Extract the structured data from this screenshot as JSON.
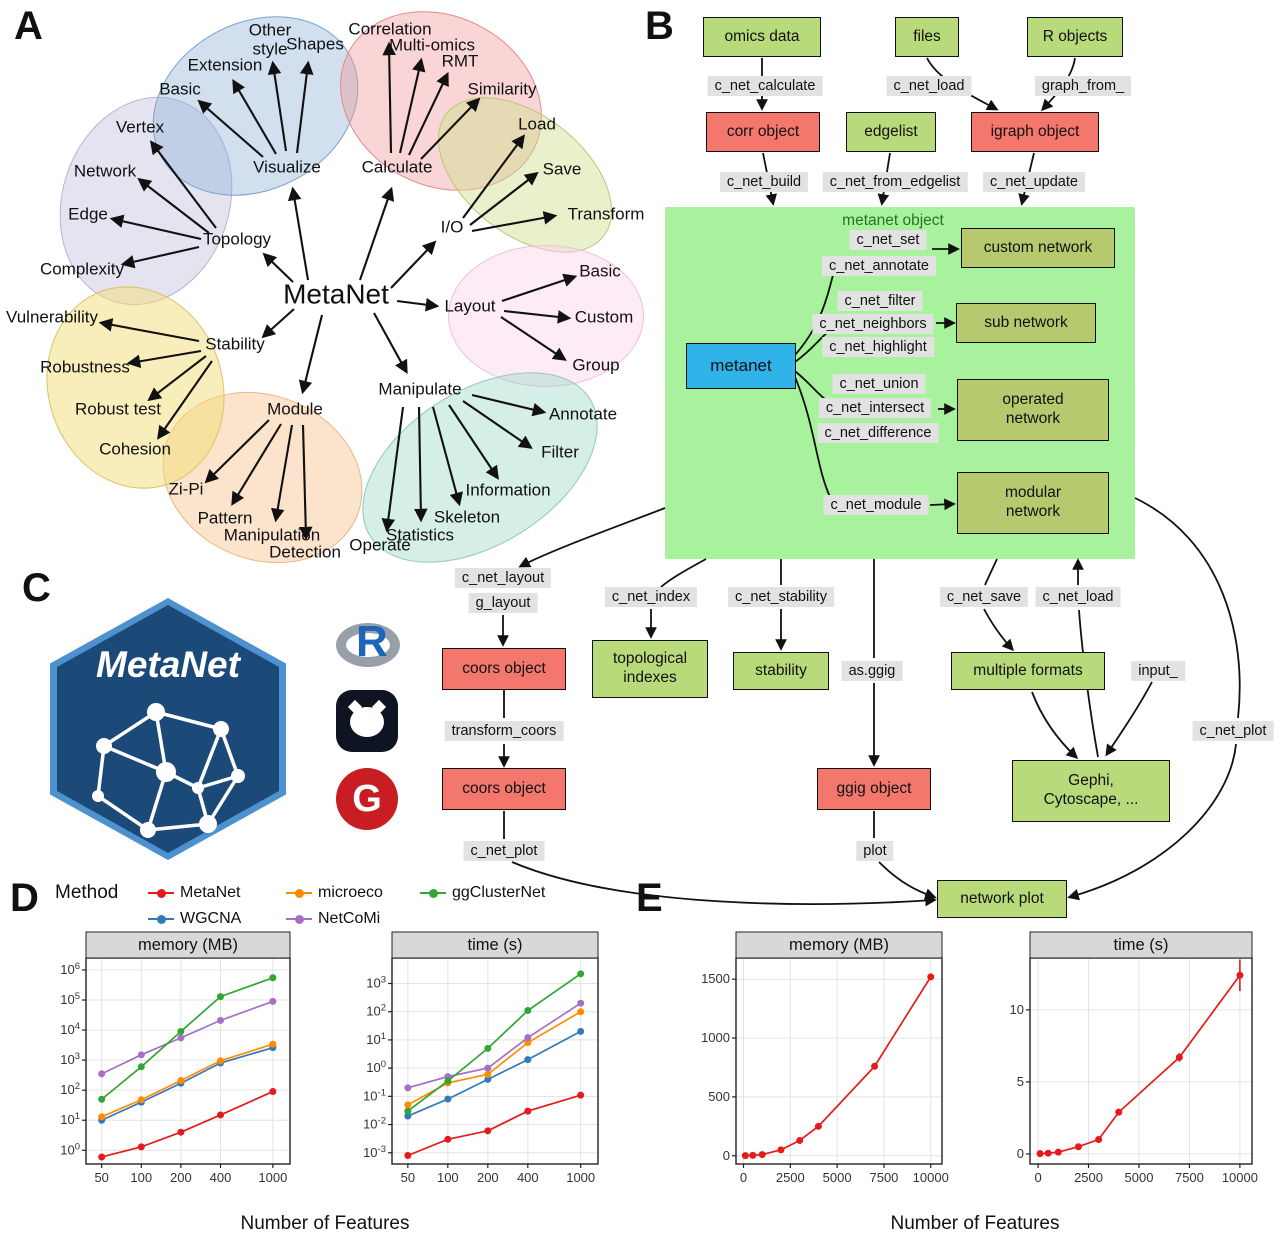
{
  "panel_labels": {
    "a": "A",
    "b": "B",
    "c": "C",
    "d": "D",
    "e": "E"
  },
  "mindmap": {
    "center": "MetaNet",
    "visualize": {
      "hub": "Visualize",
      "leaves": [
        "Basic",
        "Extension",
        "Other style",
        "Shapes"
      ]
    },
    "calculate": {
      "hub": "Calculate",
      "leaves": [
        "Correlation",
        "Multi-omics",
        "RMT",
        "Similarity"
      ]
    },
    "io": {
      "hub": "I/O",
      "leaves": [
        "Load",
        "Save",
        "Transform"
      ]
    },
    "layout": {
      "hub": "Layout",
      "leaves": [
        "Basic",
        "Custom",
        "Group"
      ]
    },
    "manipulate": {
      "hub": "Manipulate",
      "leaves": [
        "Annotate",
        "Filter",
        "Information",
        "Skeleton",
        "Statistics",
        "Operate"
      ]
    },
    "module": {
      "hub": "Module",
      "leaves": [
        "Zi-Pi",
        "Pattern",
        "Manipulation",
        "Detection"
      ]
    },
    "stability": {
      "hub": "Stability",
      "leaves": [
        "Vulnerability",
        "Robustness",
        "Robust test",
        "Cohesion"
      ]
    },
    "topology": {
      "hub": "Topology",
      "leaves": [
        "Vertex",
        "Network",
        "Edge",
        "Complexity"
      ]
    }
  },
  "flow": {
    "inputs": [
      "omics data",
      "files",
      "R objects"
    ],
    "input_fns": [
      "c_net_calculate",
      "c_net_load",
      "graph_from_"
    ],
    "mid_objects": [
      "corr object",
      "edgelist",
      "igraph object"
    ],
    "mid_fns": [
      "c_net_build",
      "c_net_from_edgelist",
      "c_net_update"
    ],
    "panel_title": "metanet object",
    "metanet_box": "metanet",
    "groups": {
      "custom": {
        "fns": [
          "c_net_set",
          "c_net_annotate"
        ],
        "target": "custom network"
      },
      "sub": {
        "fns": [
          "c_net_filter",
          "c_net_neighbors",
          "c_net_highlight"
        ],
        "target": "sub network"
      },
      "operated": {
        "fns": [
          "c_net_union",
          "c_net_intersect",
          "c_net_difference"
        ],
        "target": "operated network"
      },
      "modular": {
        "fns": [
          "c_net_module"
        ],
        "target": "modular network"
      }
    }
  },
  "pipeline": {
    "layout_fns": [
      "c_net_layout",
      "g_layout"
    ],
    "coors1": "coors object",
    "transform_fn": "transform_coors",
    "coors2": "coors object",
    "plot_fn_left": "c_net_plot",
    "index_fn": "c_net_index",
    "topo_box": "topological indexes",
    "stability_fn": "c_net_stability",
    "stability_box": "stability",
    "ggig_fn": "as.ggig",
    "ggig_box": "ggig object",
    "plot_fn": "plot",
    "save_fn": "c_net_save",
    "load_fn": "c_net_load",
    "formats_box": "multiple formats",
    "input_fn": "input_",
    "external_box": "Gephi, Cytoscape, ...",
    "plot_fn_right": "c_net_plot",
    "result_box": "network plot"
  },
  "logo": {
    "title": "MetaNet",
    "r_icon": "R",
    "gitee_icon": "G"
  },
  "benchmark": {
    "method_label": "Method",
    "x_axis_label": "Number of Features",
    "legend_rows": [
      [
        {
          "label": "MetaNet",
          "color": "#e41a1c"
        },
        {
          "label": "microeco",
          "color": "#ff8c00"
        },
        {
          "label": "ggClusterNet",
          "color": "#33a532"
        }
      ],
      [
        {
          "label": "WGCNA",
          "color": "#3579b8"
        },
        {
          "label": "NetCoMi",
          "color": "#a46fc5"
        }
      ]
    ]
  },
  "chart_data": [
    {
      "id": "d-memory",
      "type": "line",
      "title": "memory (MB)",
      "x_scale": "log",
      "y_scale": "log",
      "xlim": [
        38,
        1350
      ],
      "ylim": [
        0.35,
        2500000
      ],
      "x_ticks": [
        50,
        100,
        200,
        400,
        1000
      ],
      "y_ticks": [
        1,
        10,
        100,
        1000,
        10000,
        100000,
        1000000
      ],
      "y_tick_format": "pow",
      "x": [
        50,
        100,
        200,
        400,
        1000
      ],
      "series": [
        {
          "name": "MetaNet",
          "color": "#e41a1c",
          "values": [
            0.6,
            1.3,
            4,
            15,
            90
          ]
        },
        {
          "name": "WGCNA",
          "color": "#3579b8",
          "values": [
            10,
            40,
            170,
            800,
            2600
          ]
        },
        {
          "name": "microeco",
          "color": "#ff8c00",
          "values": [
            13,
            48,
            210,
            950,
            3400
          ]
        },
        {
          "name": "NetCoMi",
          "color": "#a46fc5",
          "values": [
            350,
            1500,
            5500,
            21000,
            90000
          ]
        },
        {
          "name": "ggClusterNet",
          "color": "#33a532",
          "values": [
            50,
            600,
            9000,
            130000,
            550000
          ]
        }
      ]
    },
    {
      "id": "d-time",
      "type": "line",
      "title": "time (s)",
      "x_scale": "log",
      "y_scale": "log",
      "xlim": [
        38,
        1350
      ],
      "ylim": [
        0.0004,
        8000
      ],
      "x_ticks": [
        50,
        100,
        200,
        400,
        1000
      ],
      "y_ticks": [
        0.001,
        0.01,
        0.1,
        1,
        10,
        100,
        1000
      ],
      "y_tick_format": "pow",
      "x": [
        50,
        100,
        200,
        400,
        1000
      ],
      "series": [
        {
          "name": "MetaNet",
          "color": "#e41a1c",
          "values": [
            0.0008,
            0.003,
            0.006,
            0.03,
            0.11
          ]
        },
        {
          "name": "WGCNA",
          "color": "#3579b8",
          "values": [
            0.02,
            0.08,
            0.4,
            2,
            20
          ]
        },
        {
          "name": "microeco",
          "color": "#ff8c00",
          "values": [
            0.05,
            0.3,
            0.6,
            8,
            100
          ]
        },
        {
          "name": "NetCoMi",
          "color": "#a46fc5",
          "values": [
            0.2,
            0.5,
            1,
            12,
            200
          ]
        },
        {
          "name": "ggClusterNet",
          "color": "#33a532",
          "values": [
            0.03,
            0.35,
            5,
            110,
            2200
          ]
        }
      ]
    },
    {
      "id": "e-memory",
      "type": "line",
      "title": "memory (MB)",
      "x_scale": "linear",
      "y_scale": "linear",
      "xlim": [
        -400,
        10600
      ],
      "ylim": [
        -70,
        1680
      ],
      "x_ticks": [
        0,
        2500,
        5000,
        7500,
        10000
      ],
      "y_ticks": [
        0,
        500,
        1000,
        1500
      ],
      "x": [
        100,
        500,
        1000,
        2000,
        3000,
        4000,
        7000,
        10000
      ],
      "series": [
        {
          "name": "MetaNet",
          "color": "#e41a1c",
          "values": [
            1,
            3,
            10,
            50,
            130,
            250,
            760,
            1520
          ]
        }
      ]
    },
    {
      "id": "e-time",
      "type": "line",
      "title": "time (s)",
      "x_scale": "linear",
      "y_scale": "linear",
      "xlim": [
        -400,
        10600
      ],
      "ylim": [
        -0.7,
        13.6
      ],
      "x_ticks": [
        0,
        2500,
        5000,
        7500,
        10000
      ],
      "y_ticks": [
        0,
        5,
        10
      ],
      "x": [
        100,
        500,
        1000,
        2000,
        3000,
        4000,
        7000,
        10000
      ],
      "series": [
        {
          "name": "MetaNet",
          "color": "#e41a1c",
          "values": [
            0.02,
            0.05,
            0.12,
            0.5,
            1.0,
            2.9,
            6.7,
            12.4
          ],
          "yerr": [
            0,
            0,
            0,
            0,
            0,
            0,
            0.3,
            1.1
          ]
        }
      ]
    }
  ]
}
